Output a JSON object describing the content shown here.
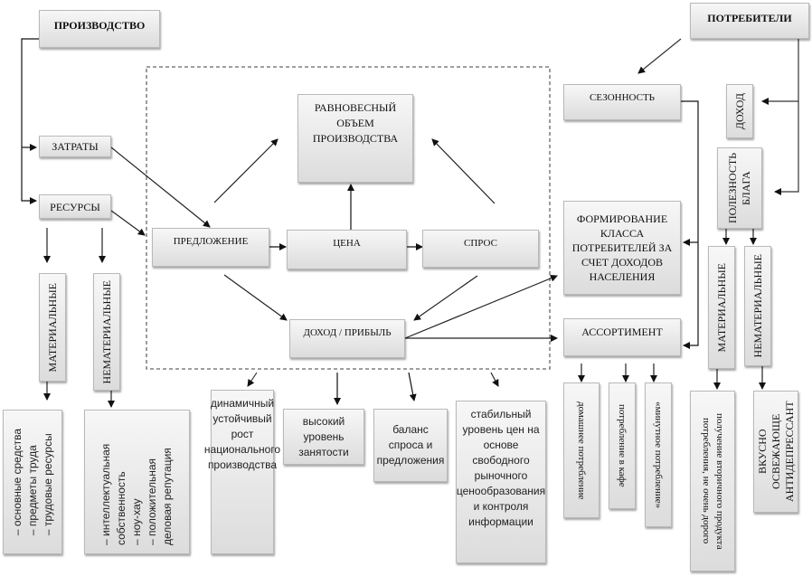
{
  "left": {
    "production": "ПРОИЗВОДСТВО",
    "costs": "ЗАТРАТЫ",
    "resources": "РЕСУРСЫ",
    "material": "МАТЕРИАЛЬНЫЕ",
    "immaterial": "НЕМАТЕРИАЛЬНЫЕ",
    "material_items": [
      "основные средства",
      "предметы труда",
      "трудовые ресурсы"
    ],
    "immaterial_items": [
      "интеллектуальная собственность",
      "ноу-хау",
      "положительная деловая репутация"
    ]
  },
  "center": {
    "equilibrium": "РАВНОВЕСНЫЙ ОБЪЕМ ПРОИЗВОДСТВА",
    "supply": "ПРЕДЛОЖЕНИЕ",
    "price": "ЦЕНА",
    "demand": "СПРОС",
    "income_profit": "ДОХОД / ПРИБЫЛЬ"
  },
  "outcomes": [
    "динамичный устойчивый рост национального производства",
    "высокий уровень занятости",
    "баланс спроса и предложения",
    "стабильный уровень цен на основе свободного рыночного ценообразования и контроля информации"
  ],
  "right": {
    "consumers": "ПОТРЕБИТЕЛИ",
    "seasonality": "СЕЗОННОСТЬ",
    "income": "ДОХОД",
    "utility": "ПОЛЕЗНОСТЬ БЛАГА",
    "class_formation": "ФОРМИРОВАНИЕ КЛАССА ПОТРЕБИТЕЛЕЙ ЗА СЧЕТ ДОХОДОВ НАСЕЛЕНИЯ",
    "assortment": "АССОРТИМЕНТ",
    "material": "МАТЕРИАЛЬНЫЕ",
    "immaterial": "НЕМАТЕРИАЛЬНЫЕ",
    "consumption_types": [
      "домашнее потребление",
      "потребление в кафе",
      "«минутное потребление»"
    ],
    "material_detail": "получение вторичного продукта потребления, не очень дорого",
    "immaterial_detail": "ВКУСНО ОСВЕЖАЮЩЕ АНТИДЕПРЕССАНТ"
  }
}
